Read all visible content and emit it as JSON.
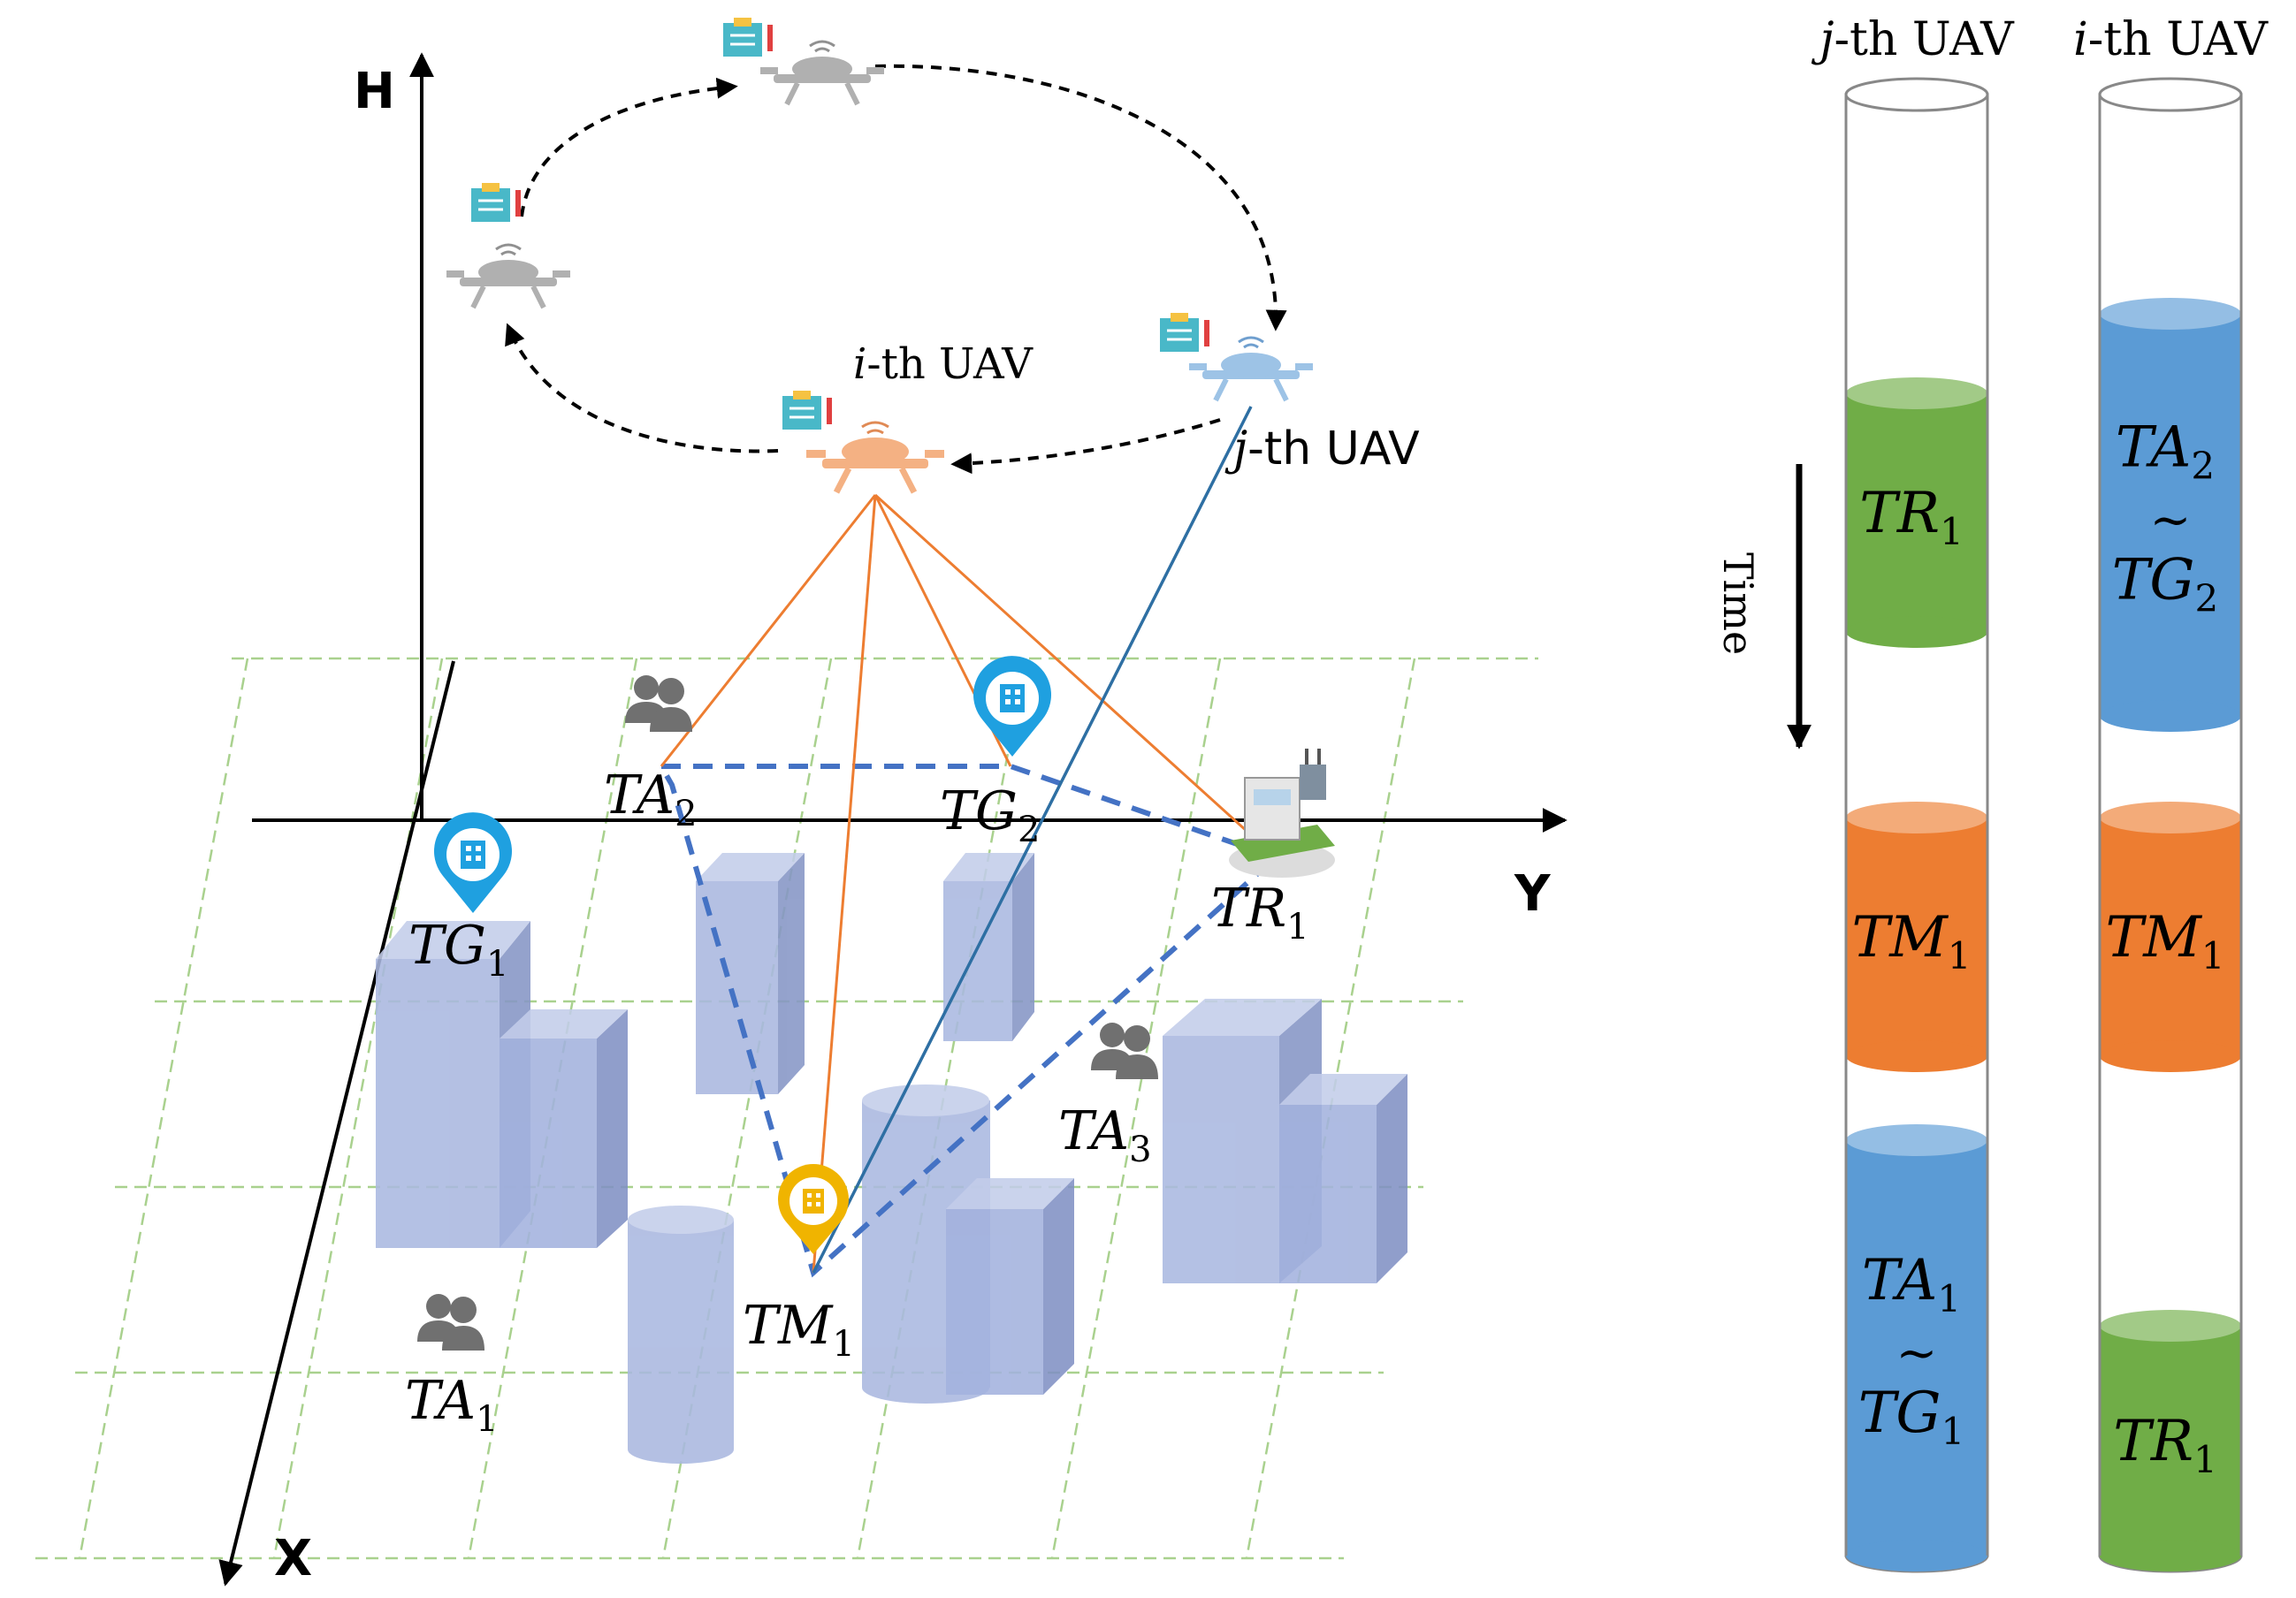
{
  "axes": {
    "h": "H",
    "y": "Y",
    "x": "X"
  },
  "uav_labels": {
    "i": {
      "letter": "i",
      "suffix": "-th UAV"
    },
    "j": {
      "letter": "j",
      "suffix": "-th UAV"
    }
  },
  "ground_labels": [
    {
      "id": "ta1",
      "base": "TA",
      "sub": "1"
    },
    {
      "id": "ta2",
      "base": "TA",
      "sub": "2"
    },
    {
      "id": "ta3",
      "base": "TA",
      "sub": "3"
    },
    {
      "id": "tg1",
      "base": "TG",
      "sub": "1"
    },
    {
      "id": "tg2",
      "base": "TG",
      "sub": "2"
    },
    {
      "id": "tm1",
      "base": "TM",
      "sub": "1"
    },
    {
      "id": "tr1",
      "base": "TR",
      "sub": "1"
    }
  ],
  "time_label": "Time",
  "tilde": "~",
  "columns": {
    "j": {
      "header_letter": "j",
      "header_suffix": "-th UAV",
      "tasks": [
        {
          "color": "#70ad47",
          "lines": [
            {
              "base": "TR",
              "sub": "1"
            }
          ]
        },
        {
          "color": "#ed7d31",
          "lines": [
            {
              "base": "TM",
              "sub": "1"
            }
          ]
        },
        {
          "color": "#5b9bd5",
          "lines": [
            {
              "base": "TA",
              "sub": "1"
            },
            {
              "base": "TG",
              "sub": "1"
            }
          ]
        }
      ]
    },
    "i": {
      "header_letter": "i",
      "header_suffix": "-th UAV",
      "tasks": [
        {
          "color": "#5b9bd5",
          "lines": [
            {
              "base": "TA",
              "sub": "2"
            },
            {
              "base": "TG",
              "sub": "2"
            }
          ]
        },
        {
          "color": "#ed7d31",
          "lines": [
            {
              "base": "TM",
              "sub": "1"
            }
          ]
        },
        {
          "color": "#70ad47",
          "lines": [
            {
              "base": "TR",
              "sub": "1"
            }
          ]
        }
      ]
    }
  },
  "colors": {
    "orange_link": "#ed7d31",
    "blue_link": "#2e6fa3",
    "dashed_route": "#4472c4",
    "grid": "#a9d18e",
    "building": "#aab8e0",
    "pin_blue": "#1fa0e0",
    "pin_yellow": "#f0b400",
    "people": "#707070"
  }
}
